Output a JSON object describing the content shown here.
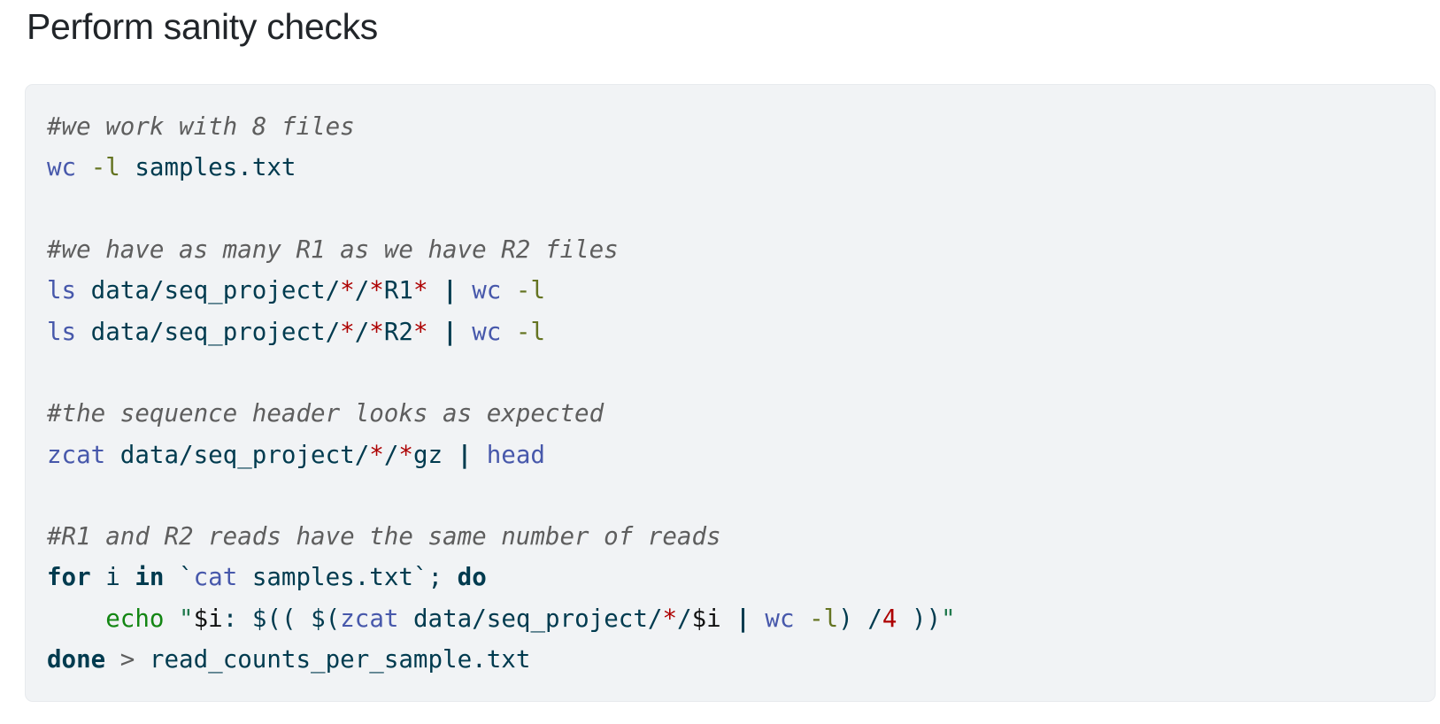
{
  "page": {
    "background": "#ffffff"
  },
  "heading": {
    "text": "Perform sanity checks",
    "color": "#212529"
  },
  "code_block": {
    "language": "bash",
    "background": "#f1f3f5",
    "border_color": "#e7eaed",
    "palette": {
      "base": "#003B4F",
      "command": "#4758AB",
      "flag": "#657422",
      "comment": "#5E5E5E",
      "number": "#AD0000",
      "string": "#20794D",
      "builtin": "#138613",
      "operator": "#5E5E5E",
      "variable": "#111111",
      "keyword": "#003B4F"
    },
    "lines": [
      [
        {
          "t": "#we work with 8 files",
          "c": "comment"
        }
      ],
      [
        {
          "t": "wc",
          "c": "command"
        },
        {
          "t": " ",
          "c": "base"
        },
        {
          "t": "-l",
          "c": "flag"
        },
        {
          "t": " samples.txt",
          "c": "base"
        }
      ],
      [],
      [
        {
          "t": "#we have as many R1 as we have R2 files",
          "c": "comment"
        }
      ],
      [
        {
          "t": "ls",
          "c": "command"
        },
        {
          "t": " data/seq_project/",
          "c": "base"
        },
        {
          "t": "*",
          "c": "number"
        },
        {
          "t": "/",
          "c": "base"
        },
        {
          "t": "*",
          "c": "number"
        },
        {
          "t": "R1",
          "c": "base"
        },
        {
          "t": "*",
          "c": "number"
        },
        {
          "t": " ",
          "c": "base"
        },
        {
          "t": "|",
          "c": "keyword"
        },
        {
          "t": " ",
          "c": "base"
        },
        {
          "t": "wc",
          "c": "command"
        },
        {
          "t": " ",
          "c": "base"
        },
        {
          "t": "-l",
          "c": "flag"
        }
      ],
      [
        {
          "t": "ls",
          "c": "command"
        },
        {
          "t": " data/seq_project/",
          "c": "base"
        },
        {
          "t": "*",
          "c": "number"
        },
        {
          "t": "/",
          "c": "base"
        },
        {
          "t": "*",
          "c": "number"
        },
        {
          "t": "R2",
          "c": "base"
        },
        {
          "t": "*",
          "c": "number"
        },
        {
          "t": " ",
          "c": "base"
        },
        {
          "t": "|",
          "c": "keyword"
        },
        {
          "t": " ",
          "c": "base"
        },
        {
          "t": "wc",
          "c": "command"
        },
        {
          "t": " ",
          "c": "base"
        },
        {
          "t": "-l",
          "c": "flag"
        }
      ],
      [],
      [
        {
          "t": "#the sequence header looks as expected",
          "c": "comment"
        }
      ],
      [
        {
          "t": "zcat",
          "c": "command"
        },
        {
          "t": " data/seq_project/",
          "c": "base"
        },
        {
          "t": "*",
          "c": "number"
        },
        {
          "t": "/",
          "c": "base"
        },
        {
          "t": "*",
          "c": "number"
        },
        {
          "t": "gz",
          "c": "base"
        },
        {
          "t": " ",
          "c": "base"
        },
        {
          "t": "|",
          "c": "keyword"
        },
        {
          "t": " ",
          "c": "base"
        },
        {
          "t": "head",
          "c": "command"
        }
      ],
      [],
      [
        {
          "t": "#R1 and R2 reads have the same number of reads",
          "c": "comment"
        }
      ],
      [
        {
          "t": "for",
          "c": "keyword"
        },
        {
          "t": " i ",
          "c": "base"
        },
        {
          "t": "in",
          "c": "keyword"
        },
        {
          "t": " `",
          "c": "base"
        },
        {
          "t": "cat",
          "c": "command"
        },
        {
          "t": " samples.txt",
          "c": "base"
        },
        {
          "t": "`",
          "c": "base"
        },
        {
          "t": "; ",
          "c": "base"
        },
        {
          "t": "do",
          "c": "keyword"
        }
      ],
      [
        {
          "t": "    ",
          "c": "base"
        },
        {
          "t": "echo",
          "c": "builtin"
        },
        {
          "t": " ",
          "c": "base"
        },
        {
          "t": "\"",
          "c": "string"
        },
        {
          "t": "$i",
          "c": "variable"
        },
        {
          "t": ": ",
          "c": "base"
        },
        {
          "t": "$(( ",
          "c": "base"
        },
        {
          "t": "$(",
          "c": "base"
        },
        {
          "t": "zcat",
          "c": "command"
        },
        {
          "t": " data/seq_project/",
          "c": "base"
        },
        {
          "t": "*",
          "c": "number"
        },
        {
          "t": "/",
          "c": "base"
        },
        {
          "t": "$i",
          "c": "variable"
        },
        {
          "t": " ",
          "c": "base"
        },
        {
          "t": "|",
          "c": "keyword"
        },
        {
          "t": " ",
          "c": "base"
        },
        {
          "t": "wc",
          "c": "command"
        },
        {
          "t": " ",
          "c": "base"
        },
        {
          "t": "-l",
          "c": "flag"
        },
        {
          "t": ")",
          "c": "base"
        },
        {
          "t": " /",
          "c": "base"
        },
        {
          "t": "4",
          "c": "number"
        },
        {
          "t": " ))",
          "c": "base"
        },
        {
          "t": "\"",
          "c": "string"
        }
      ],
      [
        {
          "t": "done",
          "c": "keyword"
        },
        {
          "t": " ",
          "c": "base"
        },
        {
          "t": ">",
          "c": "operator"
        },
        {
          "t": " read_counts_per_sample.txt",
          "c": "base"
        }
      ]
    ]
  }
}
